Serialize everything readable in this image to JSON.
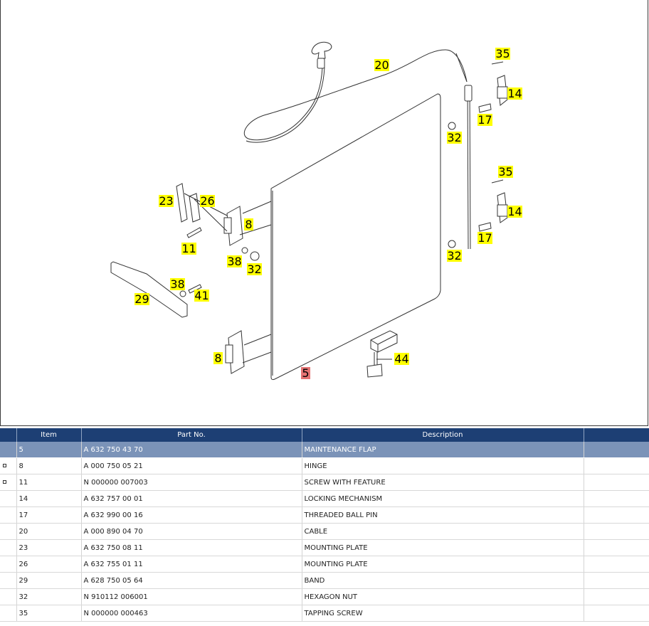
{
  "diagram": {
    "callouts": [
      {
        "label": "20",
        "selected": false
      },
      {
        "label": "35",
        "selected": false
      },
      {
        "label": "14",
        "selected": false
      },
      {
        "label": "17",
        "selected": false
      },
      {
        "label": "32",
        "selected": false
      },
      {
        "label": "35",
        "selected": false
      },
      {
        "label": "14",
        "selected": false
      },
      {
        "label": "17",
        "selected": false
      },
      {
        "label": "32",
        "selected": false
      },
      {
        "label": "23",
        "selected": false
      },
      {
        "label": "26",
        "selected": false
      },
      {
        "label": "8",
        "selected": false
      },
      {
        "label": "11",
        "selected": false
      },
      {
        "label": "38",
        "selected": false
      },
      {
        "label": "32",
        "selected": false
      },
      {
        "label": "38",
        "selected": false
      },
      {
        "label": "41",
        "selected": false
      },
      {
        "label": "29",
        "selected": false
      },
      {
        "label": "8",
        "selected": false
      },
      {
        "label": "44",
        "selected": false
      },
      {
        "label": "5",
        "selected": true
      }
    ]
  },
  "table": {
    "headers": [
      "",
      "Item",
      "Part No.",
      "Description"
    ],
    "rows": [
      {
        "marker": "",
        "item": "5",
        "part_no": "A 632 750 43 70",
        "description": "MAINTENANCE FLAP",
        "selected": true
      },
      {
        "marker": "▫",
        "item": "8",
        "part_no": "A 000 750 05 21",
        "description": "HINGE",
        "selected": false
      },
      {
        "marker": "▫",
        "item": "11",
        "part_no": "N 000000 007003",
        "description": "SCREW WITH FEATURE",
        "selected": false
      },
      {
        "marker": "",
        "item": "14",
        "part_no": "A 632 757 00 01",
        "description": "LOCKING MECHANISM",
        "selected": false
      },
      {
        "marker": "",
        "item": "17",
        "part_no": "A 632 990 00 16",
        "description": "THREADED BALL PIN",
        "selected": false
      },
      {
        "marker": "",
        "item": "20",
        "part_no": "A 000 890 04 70",
        "description": "CABLE",
        "selected": false
      },
      {
        "marker": "",
        "item": "23",
        "part_no": "A 632 750 08 11",
        "description": "MOUNTING PLATE",
        "selected": false
      },
      {
        "marker": "",
        "item": "26",
        "part_no": "A 632 755 01 11",
        "description": "MOUNTING PLATE",
        "selected": false
      },
      {
        "marker": "",
        "item": "29",
        "part_no": "A 628 750 05 64",
        "description": "BAND",
        "selected": false
      },
      {
        "marker": "",
        "item": "32",
        "part_no": "N 910112 006001",
        "description": "HEXAGON NUT",
        "selected": false
      },
      {
        "marker": "",
        "item": "35",
        "part_no": "N 000000 000463",
        "description": "TAPPING SCREW",
        "selected": false
      }
    ]
  }
}
